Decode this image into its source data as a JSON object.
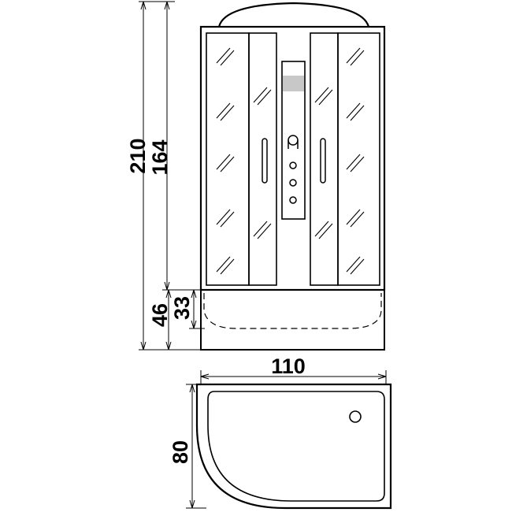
{
  "dimensions": {
    "total_height": "210",
    "cabin_height": "164",
    "tray_height": "46",
    "tray_front": "33",
    "width": "110",
    "depth": "80"
  },
  "colors": {
    "line": "#000000",
    "background": "#ffffff",
    "panel": "#c8c8c8"
  },
  "icons": [
    "glass-reflection-icon",
    "door-handle-icon",
    "shower-head-icon",
    "massage-jet-icon",
    "drain-hole-icon"
  ]
}
